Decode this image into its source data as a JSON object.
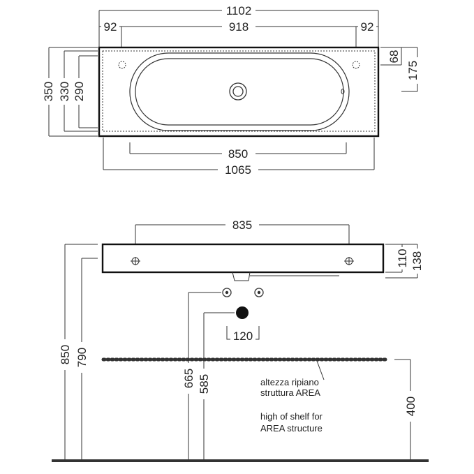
{
  "top_view": {
    "overall_width": "1102",
    "left_margin": "92",
    "center_span": "918",
    "right_margin": "92",
    "depth_outer": "350",
    "depth_mid": "330",
    "depth_inner": "290",
    "right_dim_small": "68",
    "right_dim_large": "175",
    "bowl_width": "850",
    "base_width": "1065"
  },
  "front_view": {
    "fixing_span": "835",
    "thickness_inner": "110",
    "thickness_outer": "138",
    "height_total": "850",
    "height_top": "790",
    "supply_height": "665",
    "drain_height": "585",
    "supply_spacing": "120",
    "shelf_height": "400"
  },
  "notes": {
    "italian_line1": "altezza ripiano",
    "italian_line2": "struttura AREA",
    "english_line1": "high of shelf for",
    "english_line2": "AREA structure"
  }
}
